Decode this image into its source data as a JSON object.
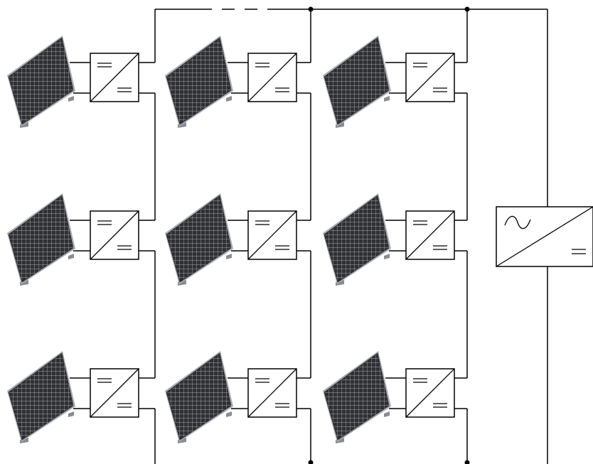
{
  "diagram": {
    "description_free": true,
    "line_color": "#000000",
    "background_color": "#ffffff",
    "panel_colors": {
      "cell": "#2f3033",
      "cell_dark": "#1c1d20",
      "grid": "#c9cbcf",
      "frame": "#a9abb0",
      "stand": "#8a8c90"
    },
    "components": {
      "pv_panels": {
        "rows": 3,
        "columns": 3,
        "icon": "solar-panel-icon"
      },
      "dc_dc_converters": {
        "rows": 3,
        "columns": 3,
        "icon": "dc-dc-converter-icon"
      },
      "inverter": {
        "count": 1,
        "icon": "dc-ac-inverter-icon"
      }
    },
    "symbols": {
      "ac": "~",
      "dc": "="
    },
    "bus": {
      "dashed_segment": true,
      "junction_dots": 4
    }
  }
}
